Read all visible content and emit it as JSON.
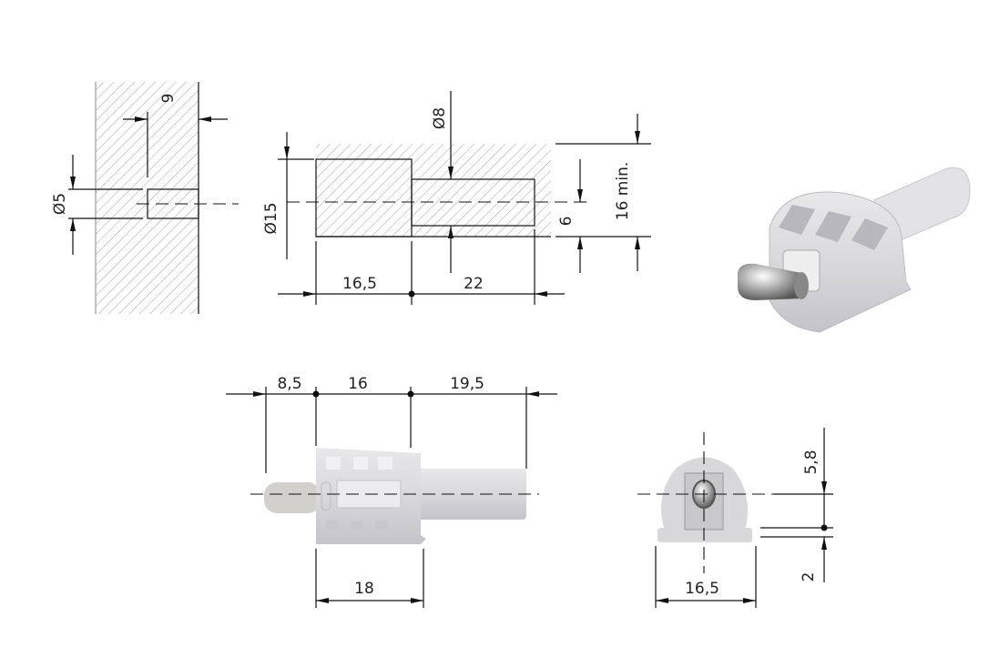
{
  "wall_drill": {
    "diameter_label": "Ø5",
    "depth_label": "9"
  },
  "sleeve_section": {
    "outer_diameter_label": "Ø15",
    "inner_diameter_label": "Ø8",
    "inner_height_label": "6",
    "min_thickness_label": "16 min.",
    "length_1_label": "16,5",
    "length_2_label": "22"
  },
  "side_view": {
    "pin_label": "8,5",
    "body_label": "16",
    "shaft_label": "19,5",
    "body_width_label": "18"
  },
  "front_view": {
    "height_label": "5,8",
    "base_label": "2",
    "width_label": "16,5"
  },
  "colors": {
    "line": "#111111",
    "part": "#d6d6d8",
    "part_dark": "#b9b9bc"
  }
}
